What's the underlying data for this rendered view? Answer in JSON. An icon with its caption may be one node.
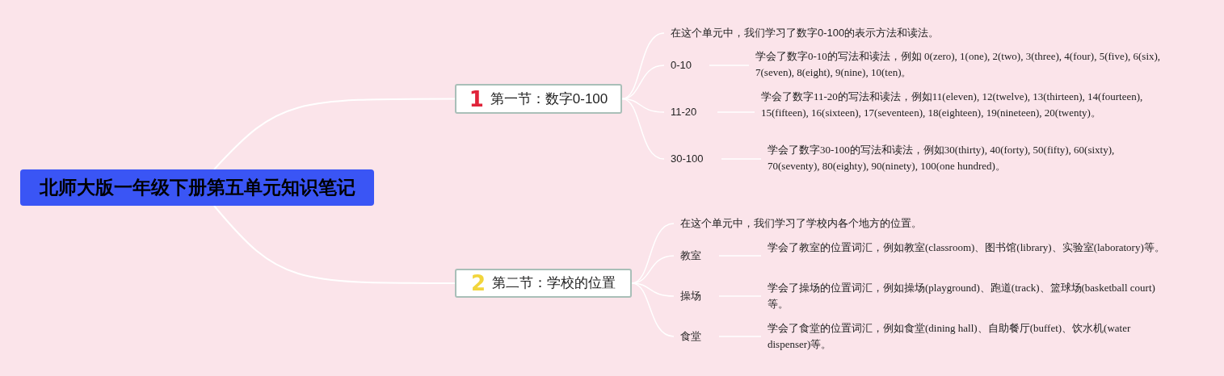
{
  "diagram": {
    "nodes": [
      {
        "text": [
          "北师大版一年级下册第五单元知识笔记"
        ]
      },
      {
        "text": [
          "1",
          "第一节：数字0-100"
        ]
      },
      {
        "text": [
          "在这个单元中，我们学习了数字0-100的表示方法和读法。"
        ]
      },
      {
        "text": [
          "0-10"
        ]
      },
      {
        "text": [
          "学会了数字0-10的写法和读法，例如 0(zero), 1(one), 2(two), 3(three), 4(four), 5(five), 6(six), 7(seven), 8(eight), 9(nine), 10(ten)。"
        ]
      },
      {
        "text": [
          "11-20"
        ]
      },
      {
        "text": [
          "学会了数字11-20的写法和读法，例如11(eleven), 12(twelve), 13(thirteen), 14(fourteen), 15(fifteen), 16(sixteen), 17(seventeen), 18(eighteen), 19(nineteen), 20(twenty)。"
        ]
      },
      {
        "text": [
          "30-100"
        ]
      },
      {
        "text": [
          "学会了数字30-100的写法和读法，例如30(thirty), 40(forty), 50(fifty), 60(sixty), 70(seventy), 80(eighty), 90(ninety), 100(one hundred)。"
        ]
      },
      {
        "text": [
          "2",
          "第二节：学校的位置"
        ]
      },
      {
        "text": [
          "在这个单元中，我们学习了学校内各个地方的位置。"
        ]
      },
      {
        "text": [
          "教室"
        ]
      },
      {
        "text": [
          "学会了教室的位置词汇，例如教室(classroom)、图书馆(library)、实验室(laboratory)等。"
        ]
      },
      {
        "text": [
          "操场"
        ]
      },
      {
        "text": [
          "学会了操场的位置词汇，例如操场(playground)、跑道(track)、篮球场(basketball court)等。"
        ]
      },
      {
        "text": [
          "食堂"
        ]
      },
      {
        "text": [
          "学会了食堂的位置词汇，例如食堂(dining hall)、自助餐厅(buffet)、饮水机(water dispenser)等。"
        ]
      }
    ],
    "edges": [
      {
        "from": 0,
        "to": 1,
        "arrow": "none"
      },
      {
        "from": 0,
        "to": 9,
        "arrow": "none"
      },
      {
        "from": 1,
        "to": 2,
        "arrow": "none"
      },
      {
        "from": 1,
        "to": 3,
        "arrow": "none"
      },
      {
        "from": 1,
        "to": 5,
        "arrow": "none"
      },
      {
        "from": 1,
        "to": 7,
        "arrow": "none"
      },
      {
        "from": 3,
        "to": 4,
        "arrow": "none"
      },
      {
        "from": 5,
        "to": 6,
        "arrow": "none"
      },
      {
        "from": 7,
        "to": 8,
        "arrow": "none"
      },
      {
        "from": 9,
        "to": 10,
        "arrow": "none"
      },
      {
        "from": 9,
        "to": 11,
        "arrow": "none"
      },
      {
        "from": 9,
        "to": 13,
        "arrow": "none"
      },
      {
        "from": 9,
        "to": 15,
        "arrow": "none"
      },
      {
        "from": 11,
        "to": 12,
        "arrow": "none"
      },
      {
        "from": 13,
        "to": 14,
        "arrow": "none"
      },
      {
        "from": 15,
        "to": 16,
        "arrow": "none"
      }
    ]
  }
}
